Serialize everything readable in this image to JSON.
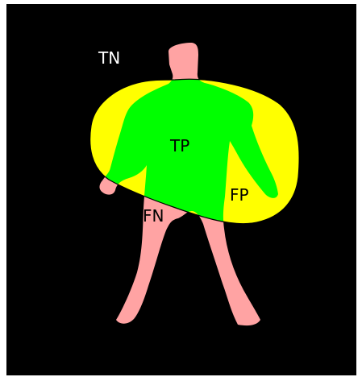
{
  "labels": {
    "true_negative": "TN",
    "true_positive": "TP",
    "false_positive": "FP",
    "false_negative": "FN"
  },
  "colors": {
    "background": "#000000",
    "ground_truth_only": "#FFA3A3",
    "prediction_only": "#FFFF00",
    "overlap": "#00FF00",
    "text_dark": "#000000",
    "text_light": "#FFFFFF"
  }
}
